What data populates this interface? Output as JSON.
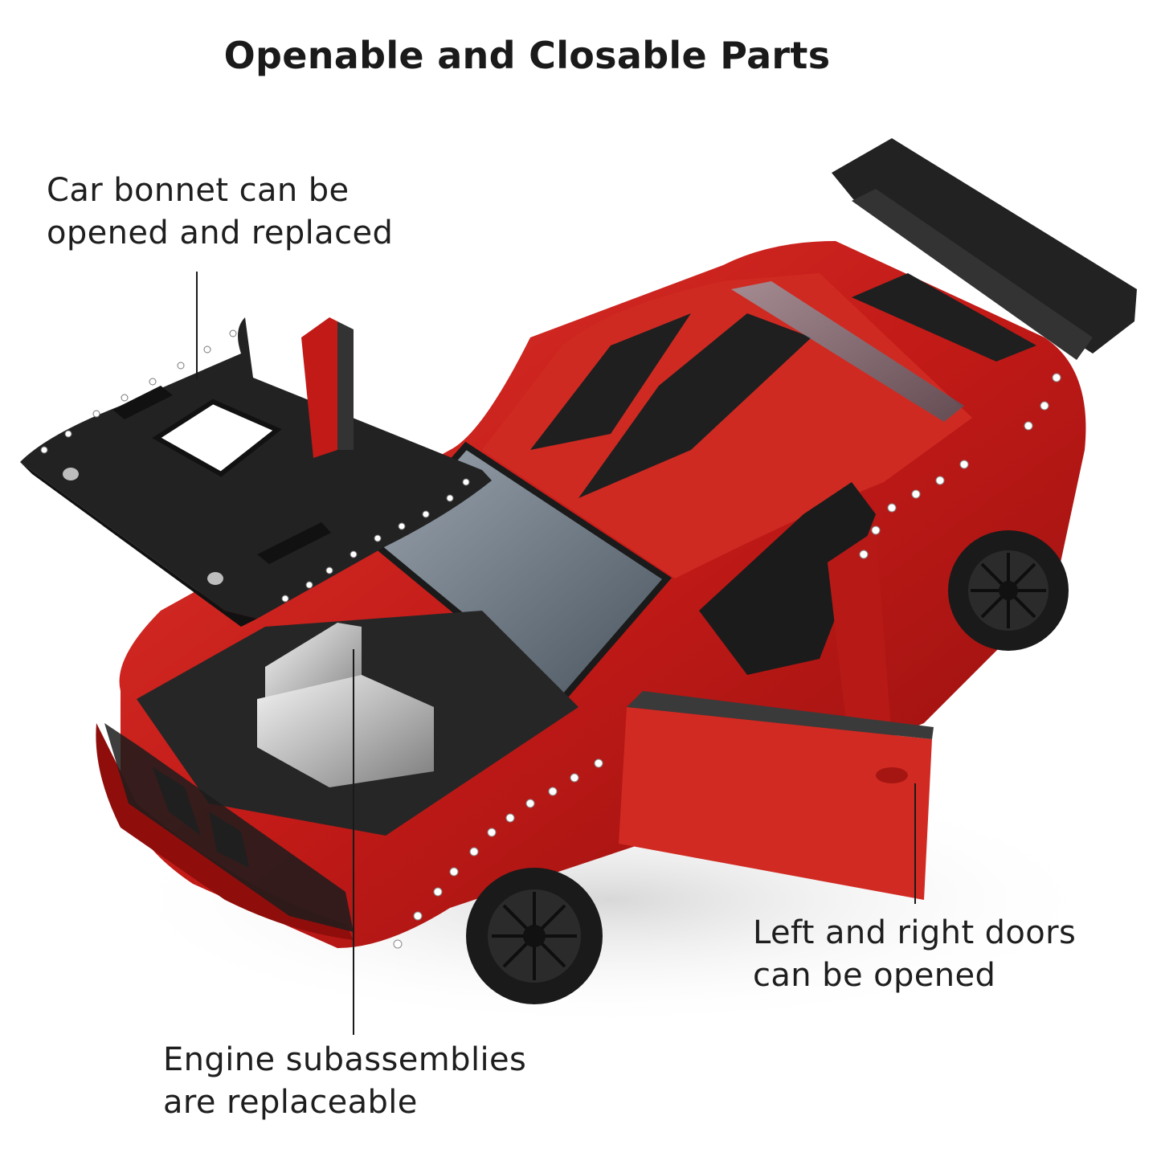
{
  "title": "Openable and Closable Parts",
  "callouts": {
    "bonnet": {
      "line1": "Car bonnet can be",
      "line2": "opened and replaced"
    },
    "doors": {
      "line1": "Left and right doors",
      "line2": "can be opened"
    },
    "engine": {
      "line1": "Engine subassemblies",
      "line2": "are replaceable"
    }
  },
  "colors": {
    "background": "#ffffff",
    "body_red": "#c8201c",
    "stripe_black": "#1f1f1f",
    "text": "#1e1e1e"
  }
}
